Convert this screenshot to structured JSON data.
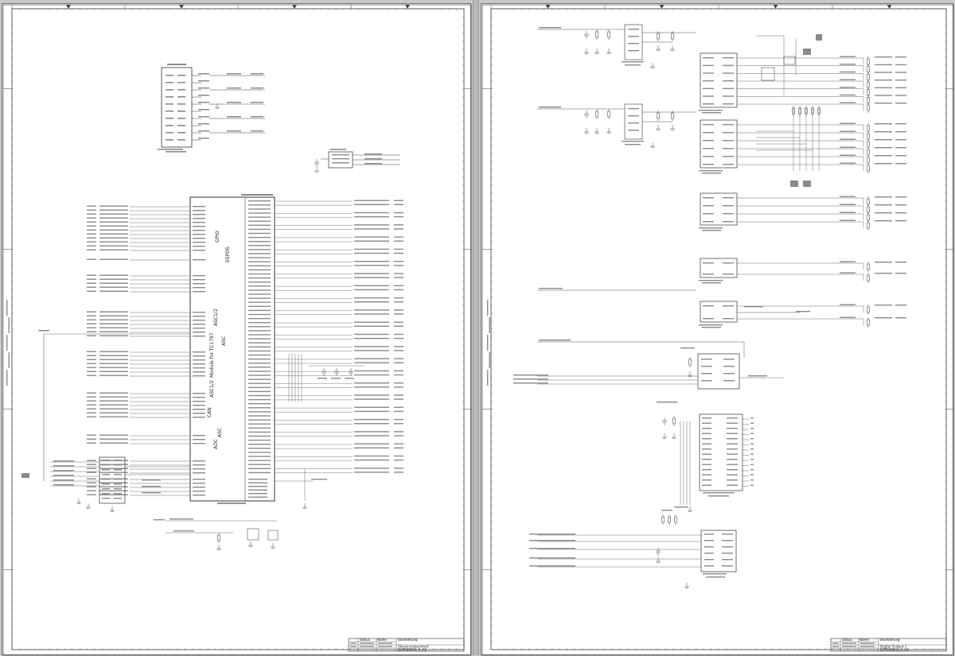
{
  "sheets": [
    {
      "id": "sheet-1",
      "title_block": {
        "revision_cols": [
          "Status",
          "Name",
          "Bearbeitung"
        ],
        "title": "Steuerungseinheit",
        "doc_id": "DAP0006A1_A_A1"
      },
      "main_chip": {
        "rotated_labels": [
          "Module for TC1797",
          "GPIO",
          "ESPOS",
          "ASC1/2",
          "ASC",
          "ADC",
          "CAN",
          "ASC",
          "ASC1/2"
        ]
      }
    },
    {
      "id": "sheet-2",
      "title_block": {
        "revision_cols": [
          "Status",
          "Name",
          "Bearbeitung"
        ],
        "title": "Digital Output 1",
        "doc_id": "DAP0006A1_A_A1"
      }
    }
  ],
  "colors": {
    "background": "#c9c9c9",
    "paper": "#ffffff",
    "ink": "#333333",
    "frame": "#7a7a7a"
  }
}
